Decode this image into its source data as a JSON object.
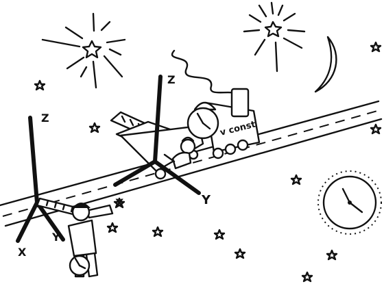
{
  "illustration": {
    "ink_color": "#111111",
    "paper_color": "#ffffff",
    "labels": {
      "moving_z": "Z",
      "moving_y": "Y",
      "moving_x": "X",
      "ground_z": "Z",
      "ground_y": "Y",
      "ground_x": "X",
      "locomotive_text": "v const"
    }
  }
}
